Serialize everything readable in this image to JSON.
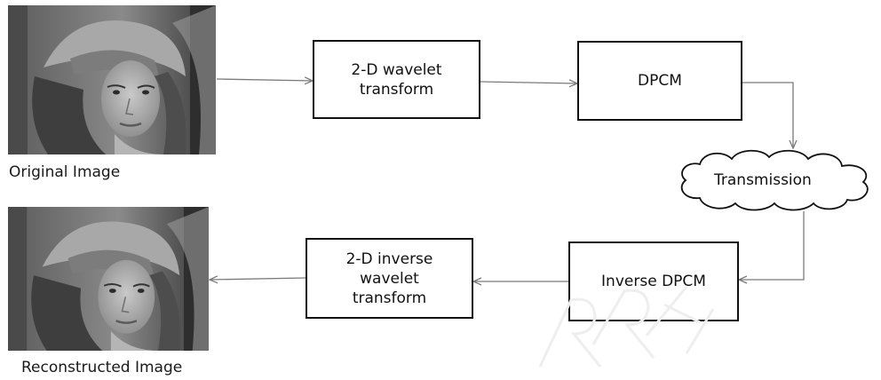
{
  "images": {
    "original_caption": "Original Image",
    "reconstructed_caption": "Reconstructed Image"
  },
  "blocks": {
    "wavelet": [
      "2-D wavelet",
      "transform"
    ],
    "dpcm": "DPCM",
    "transmission": "Transmission",
    "inverse_dpcm": "Inverse DPCM",
    "inverse_wavelet": [
      "2-D inverse",
      "wavelet",
      "transform"
    ]
  },
  "colors": {
    "line": "#7a7a7a",
    "box_border": "#111111",
    "photo_base": "#6a6a6a"
  },
  "icons": {
    "photo": "grayscale-portrait-photo",
    "cloud": "cloud-shape",
    "watermark": "faint-watermark-letters"
  }
}
